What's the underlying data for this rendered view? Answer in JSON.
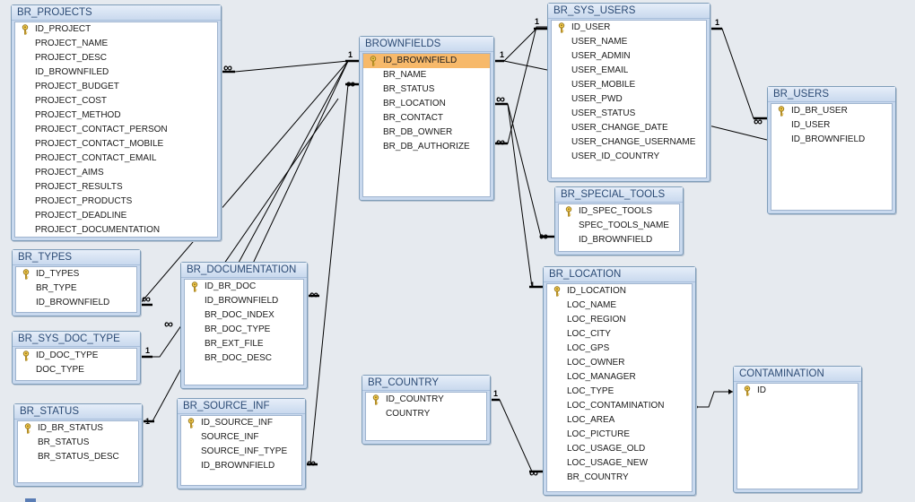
{
  "tables": {
    "br_projects": {
      "title": "BR_PROJECTS",
      "fields": [
        "ID_PROJECT",
        "PROJECT_NAME",
        "PROJECT_DESC",
        "ID_BROWNFILED",
        "PROJECT_BUDGET",
        "PROJECT_COST",
        "PROJECT_METHOD",
        "PROJECT_CONTACT_PERSON",
        "PROJECT_CONTACT_MOBILE",
        "PROJECT_CONTACT_EMAIL",
        "PROJECT_AIMS",
        "PROJECT_RESULTS",
        "PROJECT_PRODUCTS",
        "PROJECT_DEADLINE",
        "PROJECT_DOCUMENTATION"
      ],
      "key_index": 0
    },
    "brownfields": {
      "title": "BROWNFIELDS",
      "fields": [
        "ID_BROWNFIELD",
        "BR_NAME",
        "BR_STATUS",
        "BR_LOCATION",
        "BR_CONTACT",
        "BR_DB_OWNER",
        "BR_DB_AUTHORIZE"
      ],
      "key_index": 0,
      "selected_index": 0
    },
    "br_sys_users": {
      "title": "BR_SYS_USERS",
      "fields": [
        "ID_USER",
        "USER_NAME",
        "USER_ADMIN",
        "USER_EMAIL",
        "USER_MOBILE",
        "USER_PWD",
        "USER_STATUS",
        "USER_CHANGE_DATE",
        "USER_CHANGE_USERNAME",
        "USER_ID_COUNTRY"
      ],
      "key_index": 0
    },
    "br_users": {
      "title": "BR_USERS",
      "fields": [
        "ID_BR_USER",
        "ID_USER",
        "ID_BROWNFIELD"
      ],
      "key_index": 0
    },
    "br_special_tools": {
      "title": "BR_SPECIAL_TOOLS",
      "fields": [
        "ID_SPEC_TOOLS",
        "SPEC_TOOLS_NAME",
        "ID_BROWNFIELD"
      ],
      "key_index": 0
    },
    "br_types": {
      "title": "BR_TYPES",
      "fields": [
        "ID_TYPES",
        "BR_TYPE",
        "ID_BROWNFIELD"
      ],
      "key_index": 0
    },
    "br_documentation": {
      "title": "BR_DOCUMENTATION",
      "fields": [
        "ID_BR_DOC",
        "ID_BROWNFIELD",
        "BR_DOC_INDEX",
        "BR_DOC_TYPE",
        "BR_EXT_FILE",
        "BR_DOC_DESC"
      ],
      "key_index": 0
    },
    "br_sys_doc_type": {
      "title": "BR_SYS_DOC_TYPE",
      "fields": [
        "ID_DOC_TYPE",
        "DOC_TYPE"
      ],
      "key_index": 0
    },
    "br_status": {
      "title": "BR_STATUS",
      "fields": [
        "ID_BR_STATUS",
        "BR_STATUS",
        "BR_STATUS_DESC"
      ],
      "key_index": 0
    },
    "br_source_inf": {
      "title": "BR_SOURCE_INF",
      "fields": [
        "ID_SOURCE_INF",
        "SOURCE_INF",
        "SOURCE_INF_TYPE",
        "ID_BROWNFIELD"
      ],
      "key_index": 0
    },
    "br_location": {
      "title": "BR_LOCATION",
      "fields": [
        "ID_LOCATION",
        "LOC_NAME",
        "LOC_REGION",
        "LOC_CITY",
        "LOC_GPS",
        "LOC_OWNER",
        "LOC_MANAGER",
        "LOC_TYPE",
        "LOC_CONTAMINATION",
        "LOC_AREA",
        "LOC_PICTURE",
        "LOC_USAGE_OLD",
        "LOC_USAGE_NEW",
        "BR_COUNTRY"
      ],
      "key_index": 0
    },
    "br_country": {
      "title": "BR_COUNTRY",
      "fields": [
        "ID_COUNTRY",
        "COUNTRY"
      ],
      "key_index": 0
    },
    "contamination": {
      "title": "CONTAMINATION",
      "fields": [
        "ID"
      ],
      "key_index": 0
    }
  },
  "cardinality": {
    "one": "1",
    "many": "∞"
  },
  "colors": {
    "selected_row": "#f7b96a",
    "header_text": "#2b4a74",
    "line": "#000000"
  }
}
